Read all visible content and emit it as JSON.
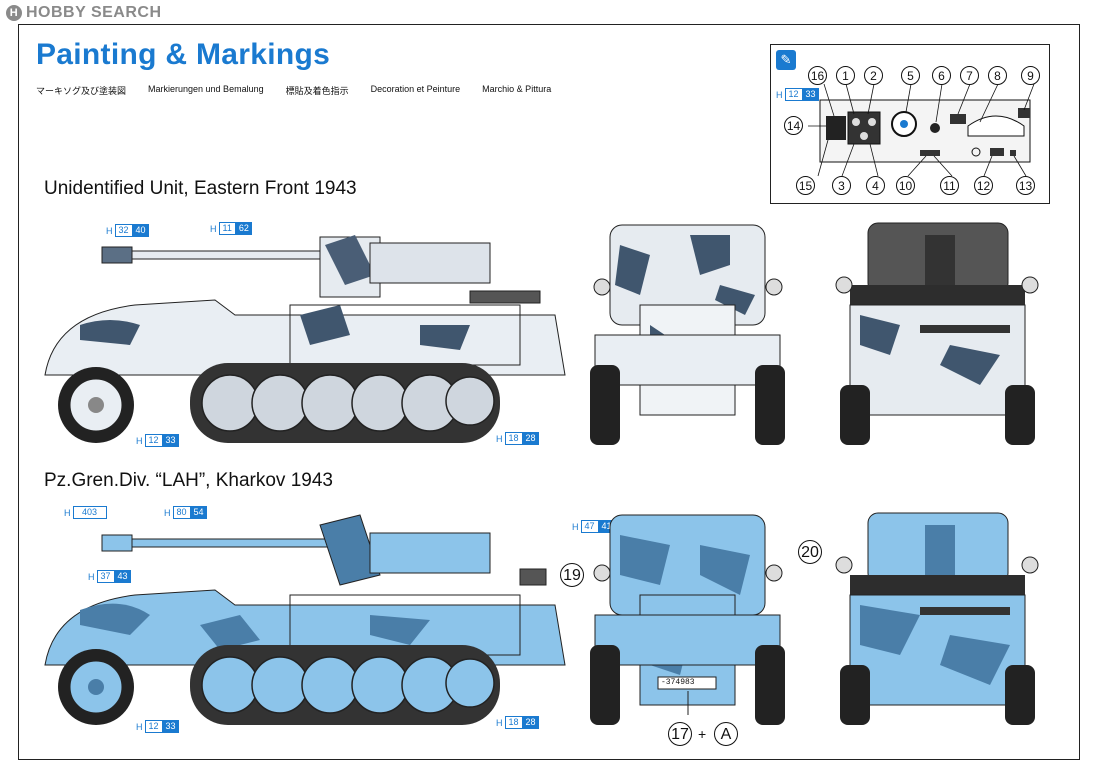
{
  "watermark": {
    "brand": "HOBBY SEARCH",
    "brand_mark": "H"
  },
  "header": {
    "title": "Painting & Markings",
    "languages": [
      "マーキソグ及び塗装図",
      "Markierungen und Bemalung",
      "標貼及着色指示",
      "Decoration et Peinture",
      "Marchio & Pittura"
    ]
  },
  "inset": {
    "icon": "paint-brush-icon",
    "h_code": {
      "prefix": "H",
      "a": "12",
      "b": "33"
    },
    "callouts": [
      "16",
      "1",
      "2",
      "5",
      "6",
      "7",
      "8",
      "9",
      "14",
      "15",
      "3",
      "4",
      "10",
      "11",
      "12",
      "13"
    ]
  },
  "scheme1": {
    "title": "Unidentified Unit, Eastern Front 1943",
    "codes": [
      {
        "prefix": "H",
        "a": "32",
        "b": "40"
      },
      {
        "prefix": "H",
        "a": "11",
        "b": "62"
      },
      {
        "prefix": "H",
        "a": "12",
        "b": "33"
      },
      {
        "prefix": "H",
        "a": "18",
        "b": "28"
      }
    ]
  },
  "scheme2": {
    "title": "Pz.Gren.Div. “LAH”, Kharkov 1943",
    "codes": [
      {
        "prefix": "H",
        "a": "403",
        "b": ""
      },
      {
        "prefix": "H",
        "a": "80",
        "b": "54"
      },
      {
        "prefix": "H",
        "a": "37",
        "b": "43"
      },
      {
        "prefix": "H",
        "a": "12",
        "b": "33"
      },
      {
        "prefix": "H",
        "a": "18",
        "b": "28"
      },
      {
        "prefix": "H",
        "a": "47",
        "b": "41"
      }
    ],
    "callouts": [
      "19",
      "20",
      "17",
      "+",
      "A"
    ],
    "plate": "-374983"
  },
  "colors": {
    "accent": "#1a7ad0",
    "camo_white": "#e9eef3",
    "camo_gray": "#40566e",
    "blue_base": "#8cc4ea",
    "blue_dark": "#4a7ea8"
  }
}
